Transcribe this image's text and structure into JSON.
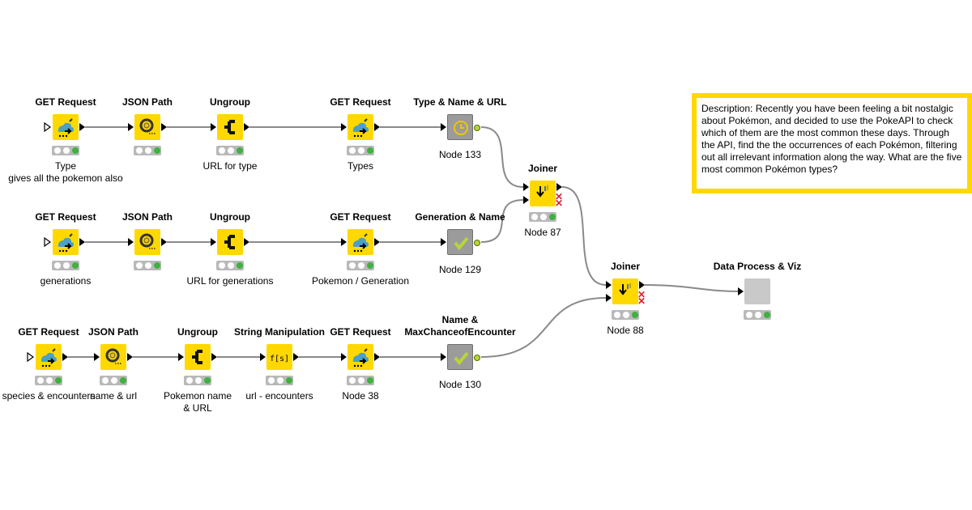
{
  "annotation": {
    "text": "Description: Recently you have been feeling a bit nostalgic about Pokémon, and decided to use the PokeAPI to check which of them are the most common these days. Through the API, find the the occurrences of each Pokémon, filtering out all irrelevant information along the way. What are the five most common Pokémon types?"
  },
  "nodes": [
    {
      "id": "n1",
      "title": "GET Request",
      "label": "Type\ngives all the pokemon also",
      "kind": "get",
      "status": "green"
    },
    {
      "id": "n2",
      "title": "JSON Path",
      "label": "",
      "kind": "json",
      "status": "green"
    },
    {
      "id": "n3",
      "title": "Ungroup",
      "label": "URL for type",
      "kind": "ungroup",
      "status": "green"
    },
    {
      "id": "n4",
      "title": "GET Request",
      "label": "Types",
      "kind": "get",
      "status": "green"
    },
    {
      "id": "n5",
      "title": "Type & Name & URL",
      "label": "Node 133",
      "kind": "metanode-clock",
      "status": ""
    },
    {
      "id": "n6",
      "title": "GET Request",
      "label": "generations",
      "kind": "get",
      "status": "green"
    },
    {
      "id": "n7",
      "title": "JSON Path",
      "label": "",
      "kind": "json",
      "status": "green"
    },
    {
      "id": "n8",
      "title": "Ungroup",
      "label": "URL for generations",
      "kind": "ungroup",
      "status": "green"
    },
    {
      "id": "n9",
      "title": "GET Request",
      "label": "Pokemon / Generation",
      "kind": "get",
      "status": "green"
    },
    {
      "id": "n10",
      "title": "Generation & Name",
      "label": "Node 129",
      "kind": "metanode-check",
      "status": ""
    },
    {
      "id": "n11",
      "title": "GET Request",
      "label": "species & encounters",
      "kind": "get",
      "status": "green"
    },
    {
      "id": "n12",
      "title": "JSON Path",
      "label": "name & url",
      "kind": "json",
      "status": "green"
    },
    {
      "id": "n13",
      "title": "Ungroup",
      "label": "Pokemon name\n& URL",
      "kind": "ungroup",
      "status": "green"
    },
    {
      "id": "n14",
      "title": "String Manipulation",
      "label": "url - encounters",
      "kind": "string",
      "status": "green"
    },
    {
      "id": "n15",
      "title": "GET Request",
      "label": "Node 38",
      "kind": "get",
      "status": "green"
    },
    {
      "id": "n16",
      "title": "Name &\nMaxChanceofEncounter",
      "label": "Node 130",
      "kind": "metanode-check",
      "status": ""
    },
    {
      "id": "n17",
      "title": "Joiner",
      "label": "Node 87",
      "kind": "joiner",
      "status": "green"
    },
    {
      "id": "n18",
      "title": "Joiner",
      "label": "Node 88",
      "kind": "joiner",
      "status": "green"
    },
    {
      "id": "n19",
      "title": "Data Process & Viz",
      "label": "",
      "kind": "component",
      "status": "green"
    }
  ],
  "string_manip_glyph": "f[s]"
}
